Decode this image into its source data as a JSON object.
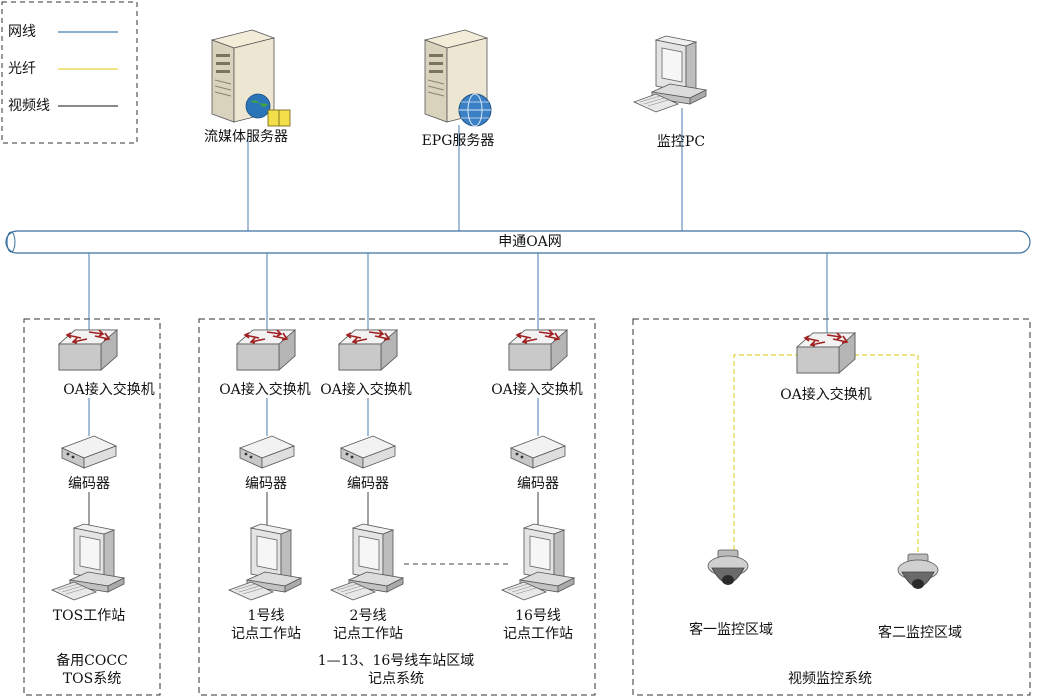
{
  "legend": {
    "network": "网线",
    "fiber": "光纤",
    "video": "视频线",
    "colors": {
      "network": "#4a7eb0",
      "fiber": "#e8d23a",
      "video": "#444444"
    }
  },
  "servers": {
    "streaming": "流媒体服务器",
    "epg": "EPG服务器",
    "monitor_pc": "监控PC"
  },
  "backbone": "申通OA网",
  "switch_label": "OA接入交换机",
  "encoder_label": "编码器",
  "groups": {
    "backup": {
      "workstation": "TOS工作站",
      "title_line1": "备用COCC",
      "title_line2": "TOS系统"
    },
    "stations": {
      "ws1_line1": "1号线",
      "ws1_line2": "记点工作站",
      "ws2_line1": "2号线",
      "ws2_line2": "记点工作站",
      "ws16_line1": "16号线",
      "ws16_line2": "记点工作站",
      "title_line1": "1—13、16号线车站区域",
      "title_line2": "记点系统"
    },
    "video": {
      "cam1": "客一监控区域",
      "cam2": "客二监控区域",
      "title": "视频监控系统"
    }
  }
}
